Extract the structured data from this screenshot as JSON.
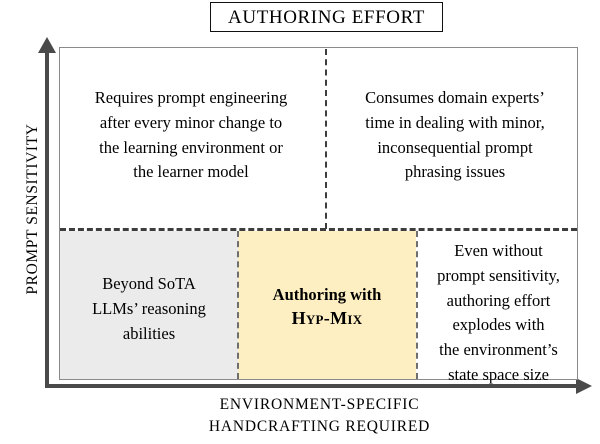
{
  "title": {
    "text": "AUTHORING EFFORT"
  },
  "axes": {
    "y_label": "PROMPT SENSITIVITY",
    "x_label_line1": "ENVIRONMENT-SPECIFIC",
    "x_label_line2": "HANDCRAFTING REQUIRED",
    "y_arrow_icon": "arrow-up-icon",
    "x_arrow_icon": "arrow-right-icon"
  },
  "quadrants": {
    "top_left": {
      "line1": "Requires prompt engineering",
      "line2": "after every minor change to",
      "line3": "the learning environment or",
      "line4": "the learner model"
    },
    "top_right": {
      "line1": "Consumes domain experts’",
      "line2": "time in dealing with minor,",
      "line3": "inconsequential prompt",
      "line4": "phrasing issues"
    },
    "bottom_left": {
      "line1": "Beyond SoTA",
      "line2": "LLMs’ reasoning",
      "line3": "abilities"
    },
    "bottom_center": {
      "line1": "Authoring with",
      "line2": "Hyp-Mix"
    },
    "bottom_right": {
      "line1": "Even without",
      "line2": "prompt sensitivity,",
      "line3": "authoring effort",
      "line4": "explodes with",
      "line5": "the environment’s",
      "line6": "state space size"
    }
  },
  "colors": {
    "highlight_fill": "#fdefc2",
    "muted_fill": "#ebebeb",
    "axis": "#4a4a4a",
    "frame": "#8a8a8a",
    "divider": "#3d3d3d"
  }
}
